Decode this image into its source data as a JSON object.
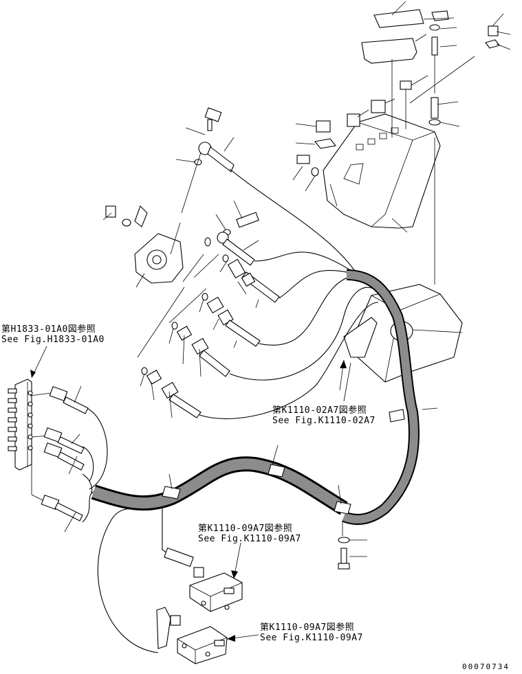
{
  "references": {
    "ref_h1833": {
      "jp": "第H1833-01A0図参照",
      "en": "See Fig.H1833-01A0"
    },
    "ref_k1110_02": {
      "jp": "第K1110-02A7図参照",
      "en": "See Fig.K1110-02A7"
    },
    "ref_k1110_09_upper": {
      "jp": "第K1110-09A7図参照",
      "en": "See Fig.K1110-09A7"
    },
    "ref_k1110_09_lower": {
      "jp": "第K1110-09A7図参照",
      "en": "See Fig.K1110-09A7"
    }
  },
  "drawing_number": "00070734"
}
